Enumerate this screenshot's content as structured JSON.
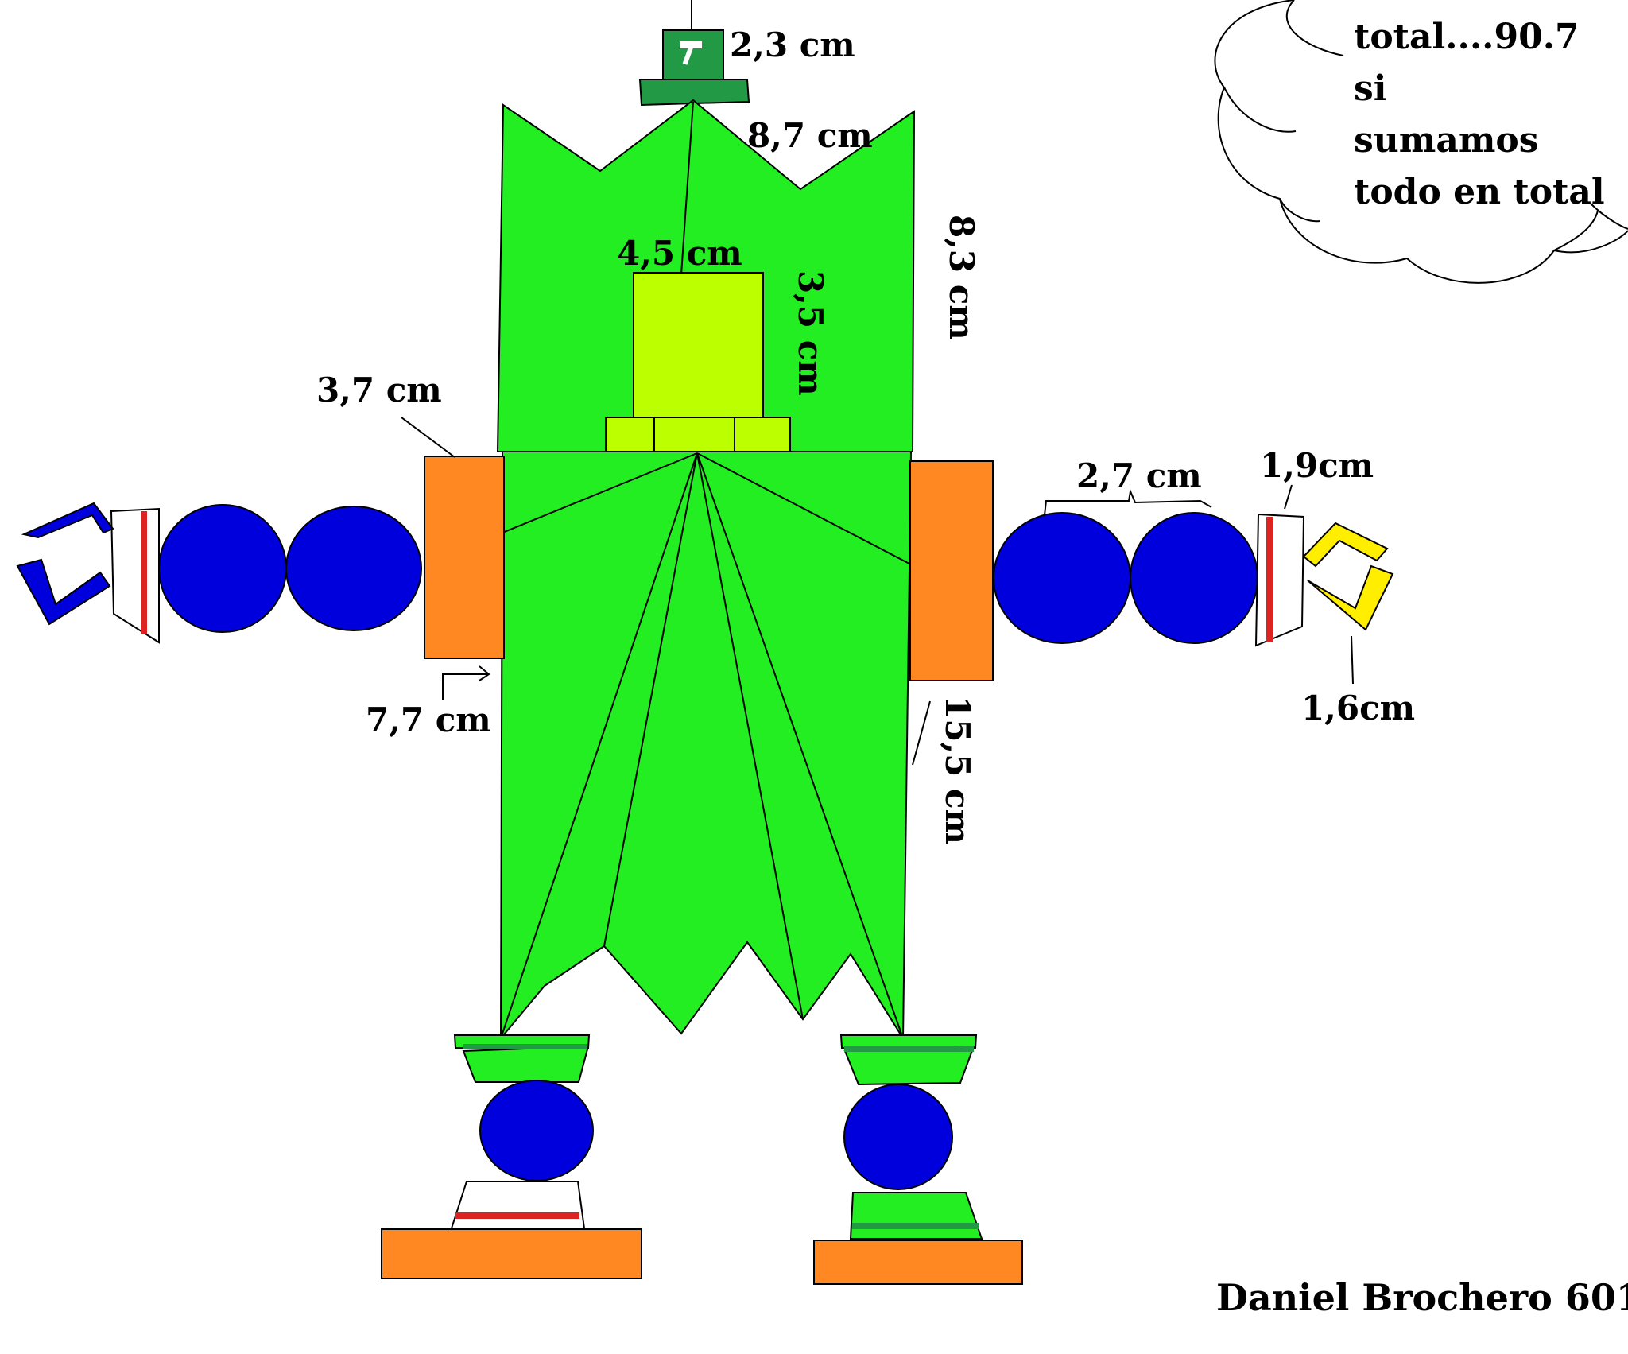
{
  "labels": {
    "hat": "2,3 cm",
    "crown_edge": "8,7 cm",
    "head_height": "8,3 cm",
    "face_width": "4,5 cm",
    "face_height": "3,5 cm",
    "shoulder_top": "3,7 cm",
    "shoulder_bottom": "7,7 cm",
    "arm": "2,7 cm",
    "wrist": "1,9cm",
    "claw": "1,6cm",
    "body_height": "15,5 cm"
  },
  "cloud": {
    "lines": [
      "total....90.7",
      "si",
      "sumamos",
      "todo en total"
    ]
  },
  "signature": "Daniel Brochero 601",
  "colors": {
    "green": "#22ee22",
    "dark_green": "#229944",
    "lime": "#bbff00",
    "orange": "#ff8822",
    "blue": "#0000dd",
    "red": "#dd2222",
    "yellow": "#ffee00"
  },
  "icons": [
    "hammer-icon"
  ]
}
